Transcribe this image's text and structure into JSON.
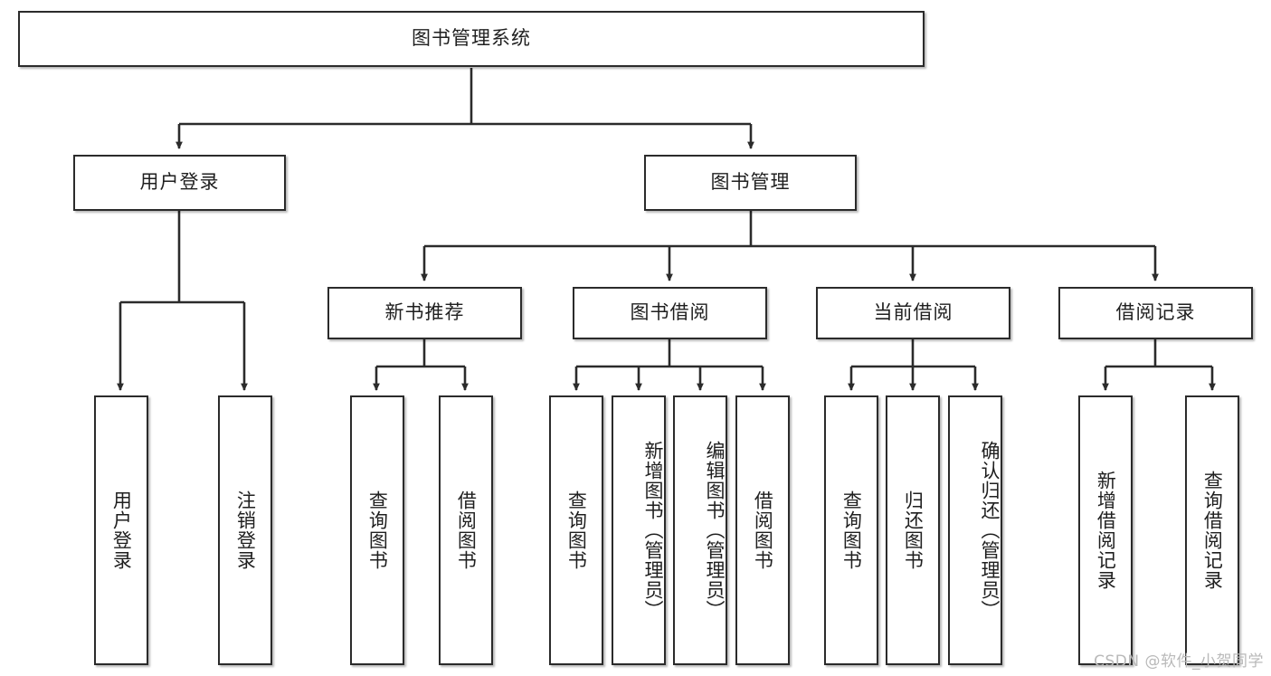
{
  "diagram": {
    "title": "图书管理系统",
    "type": "tree",
    "watermark": "CSDN @软件_小贺同学",
    "colors": {
      "box_border": "#2b2b2b",
      "box_fill": "#ffffff",
      "edge": "#2b2b2b",
      "background": "#ffffff",
      "watermark": "#b9b9b9"
    },
    "levels": {
      "root": "图书管理系统",
      "level2": [
        "用户登录",
        "图书管理"
      ],
      "level3": [
        "新书推荐",
        "图书借阅",
        "当前借阅",
        "借阅记录"
      ]
    }
  },
  "nodes": {
    "root": {
      "label": "图书管理系统"
    },
    "user_login": {
      "label": "用户登录"
    },
    "book_manage": {
      "label": "图书管理"
    },
    "new_book_rec": {
      "label": "新书推荐"
    },
    "book_borrow": {
      "label": "图书借阅"
    },
    "current_borrow": {
      "label": "当前借阅"
    },
    "borrow_record": {
      "label": "借阅记录"
    },
    "leaf_user_login": {
      "label": "用户登录"
    },
    "leaf_logout": {
      "label": "注销登录"
    },
    "leaf_query_book_1": {
      "label": "查询图书"
    },
    "leaf_borrow_book_1": {
      "label": "借阅图书"
    },
    "leaf_query_book_2": {
      "label": "查询图书"
    },
    "leaf_add_book": {
      "label": "新增图书（管理员）"
    },
    "leaf_edit_book": {
      "label": "编辑图书（管理员）"
    },
    "leaf_borrow_book_2": {
      "label": "借阅图书"
    },
    "leaf_query_book_3": {
      "label": "查询图书"
    },
    "leaf_return_book": {
      "label": "归还图书"
    },
    "leaf_confirm_return": {
      "label": "确认归还（管理员）"
    },
    "leaf_add_record": {
      "label": "新增借阅记录"
    },
    "leaf_query_record": {
      "label": "查询借阅记录"
    }
  },
  "edges": [
    {
      "from": "root",
      "to": "user_login"
    },
    {
      "from": "root",
      "to": "book_manage"
    },
    {
      "from": "user_login",
      "to": "leaf_user_login"
    },
    {
      "from": "user_login",
      "to": "leaf_logout"
    },
    {
      "from": "book_manage",
      "to": "new_book_rec"
    },
    {
      "from": "book_manage",
      "to": "book_borrow"
    },
    {
      "from": "book_manage",
      "to": "current_borrow"
    },
    {
      "from": "book_manage",
      "to": "borrow_record"
    },
    {
      "from": "new_book_rec",
      "to": "leaf_query_book_1"
    },
    {
      "from": "new_book_rec",
      "to": "leaf_borrow_book_1"
    },
    {
      "from": "book_borrow",
      "to": "leaf_query_book_2"
    },
    {
      "from": "book_borrow",
      "to": "leaf_add_book"
    },
    {
      "from": "book_borrow",
      "to": "leaf_edit_book"
    },
    {
      "from": "book_borrow",
      "to": "leaf_borrow_book_2"
    },
    {
      "from": "current_borrow",
      "to": "leaf_query_book_3"
    },
    {
      "from": "current_borrow",
      "to": "leaf_return_book"
    },
    {
      "from": "current_borrow",
      "to": "leaf_confirm_return"
    },
    {
      "from": "borrow_record",
      "to": "leaf_add_record"
    },
    {
      "from": "borrow_record",
      "to": "leaf_query_record"
    }
  ]
}
